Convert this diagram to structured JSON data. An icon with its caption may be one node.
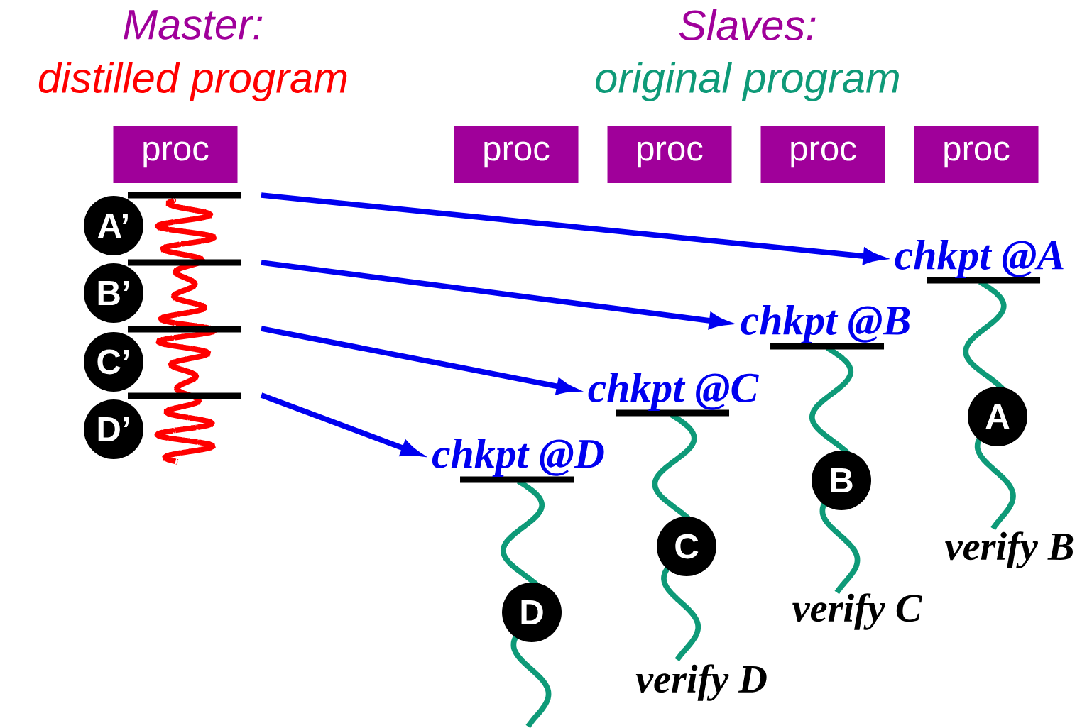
{
  "diagram": {
    "nodes": [
      {
        "text": [
          "proc"
        ]
      },
      {
        "text": [
          "proc"
        ]
      },
      {
        "text": [
          "proc"
        ]
      },
      {
        "text": [
          "proc"
        ]
      },
      {
        "text": [
          "proc"
        ]
      },
      {
        "text": [
          "A’"
        ]
      },
      {
        "text": [
          "B’"
        ]
      },
      {
        "text": [
          "C’"
        ]
      },
      {
        "text": [
          "D’"
        ]
      },
      {
        "text": [
          "chkpt @A"
        ]
      },
      {
        "text": [
          "chkpt @B"
        ]
      },
      {
        "text": [
          "chkpt @C"
        ]
      },
      {
        "text": [
          "chkpt @D"
        ]
      },
      {
        "text": [
          "A"
        ]
      },
      {
        "text": [
          "B"
        ]
      },
      {
        "text": [
          "C"
        ]
      },
      {
        "text": [
          "D"
        ]
      }
    ],
    "edges": [
      {
        "from": null,
        "to": 9,
        "arrow": "to"
      },
      {
        "from": null,
        "to": 10,
        "arrow": "to"
      },
      {
        "from": null,
        "to": 11,
        "arrow": "to"
      },
      {
        "from": null,
        "to": 12,
        "arrow": "to"
      }
    ],
    "labels": [
      "Master:",
      "distilled program",
      "Slaves:",
      "original program",
      "verify B",
      "verify C",
      "verify D"
    ]
  }
}
